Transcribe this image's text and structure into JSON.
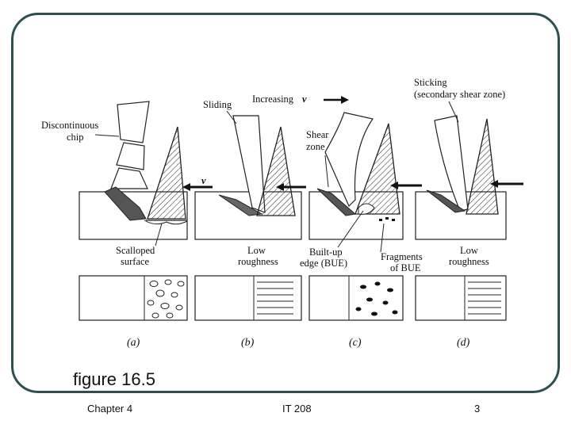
{
  "slide": {
    "figure_title": "figure 16.5",
    "footer_left": "Chapter 4",
    "footer_center": "IT 208",
    "footer_right": "3"
  },
  "diagram": {
    "label_discontinuous": [
      "Discontinuous",
      "chip"
    ],
    "label_sliding": "Sliding",
    "label_increasing": "Increasing",
    "label_v": "v",
    "label_sticking": [
      "Sticking",
      "(secondary shear zone)"
    ],
    "label_shear_zone": [
      "Shear",
      "zone"
    ],
    "label_scalloped": [
      "Scalloped",
      "surface"
    ],
    "label_low_roughness_b": [
      "Low",
      "roughness"
    ],
    "label_bue": [
      "Built-up",
      "edge (BUE)"
    ],
    "label_fragments": [
      "Fragments",
      "of BUE"
    ],
    "label_low_roughness_d": [
      "Low",
      "roughness"
    ],
    "captions": [
      "(a)",
      "(b)",
      "(c)",
      "(d)"
    ]
  }
}
